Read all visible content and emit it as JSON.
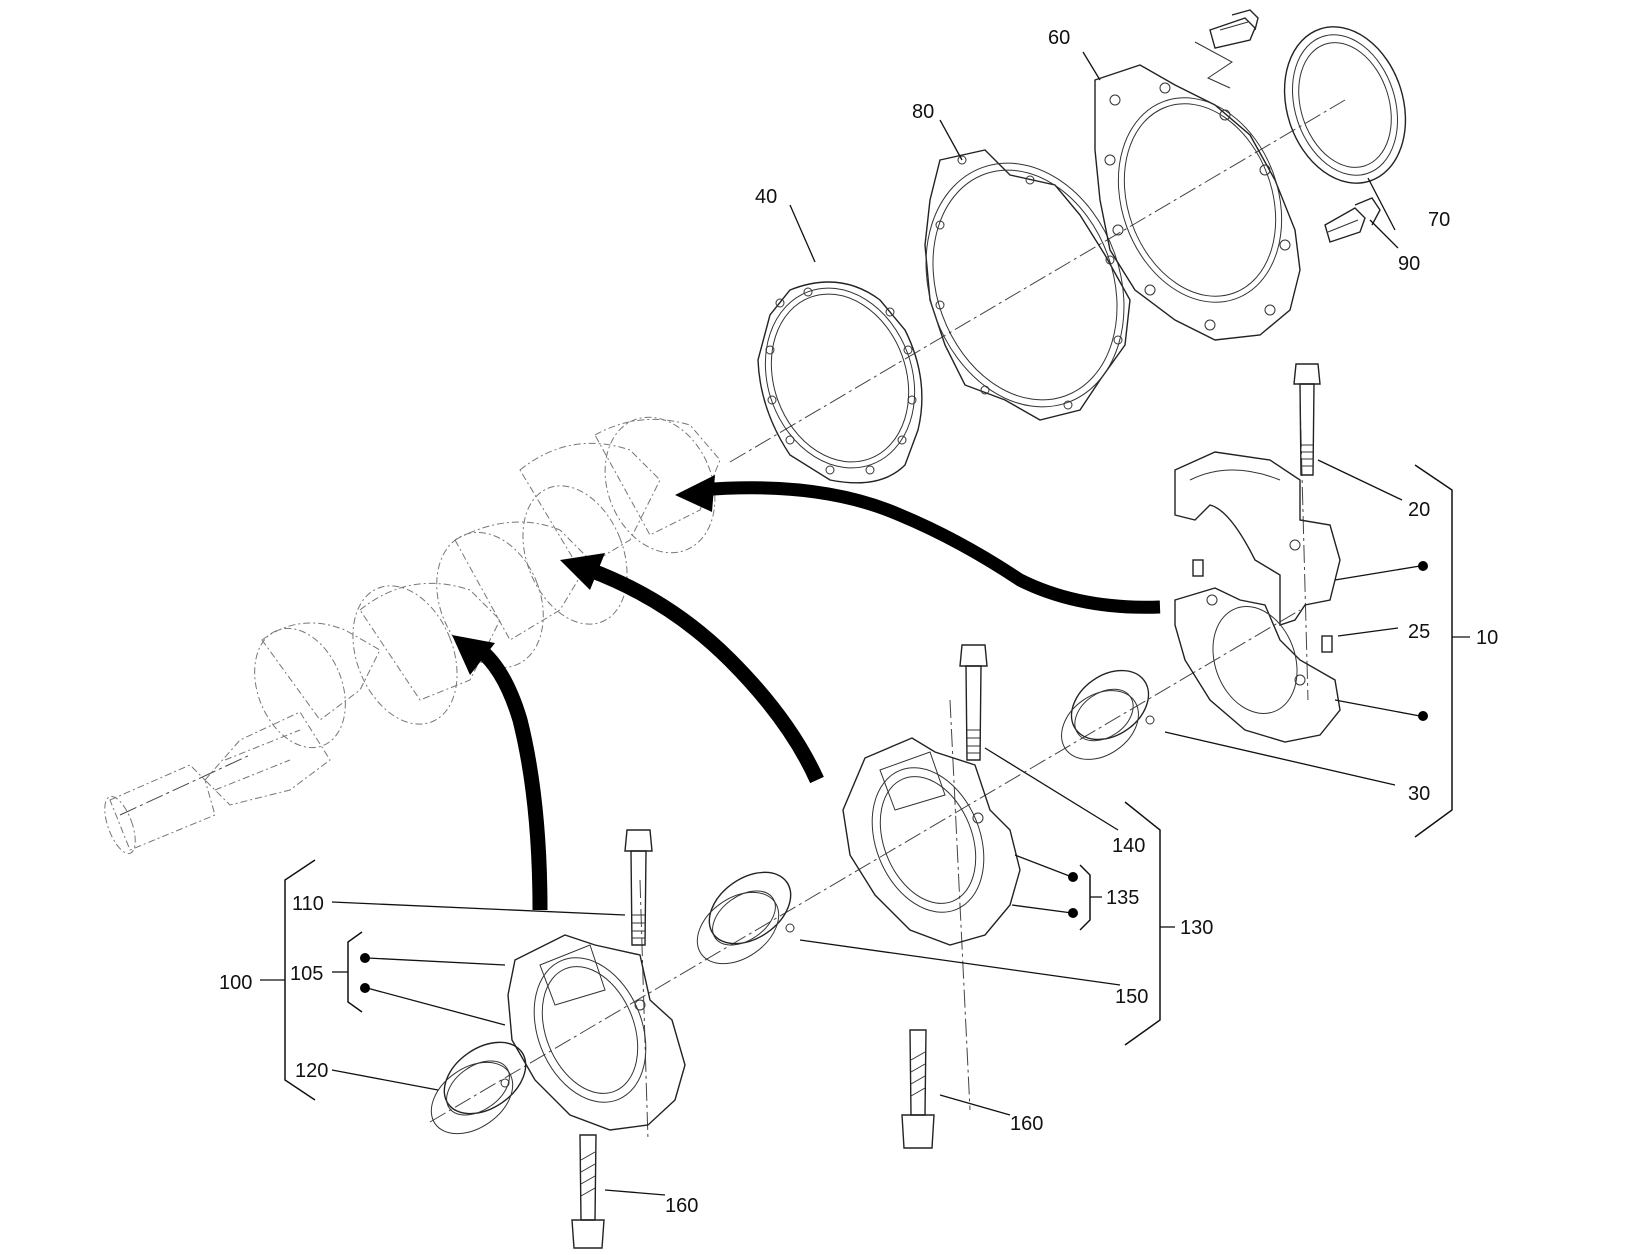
{
  "labels": {
    "l10": "10",
    "l20": "20",
    "l25": "25",
    "l30": "30",
    "l40": "40",
    "l60": "60",
    "l70": "70",
    "l80": "80",
    "l90": "90",
    "l100": "100",
    "l105": "105",
    "l110": "110",
    "l120": "120",
    "l130": "130",
    "l135": "135",
    "l140": "140",
    "l150": "150",
    "l160a": "160",
    "l160b": "160"
  },
  "colors": {
    "ink": "#111111",
    "ghost": "#777777",
    "background": "#ffffff"
  }
}
